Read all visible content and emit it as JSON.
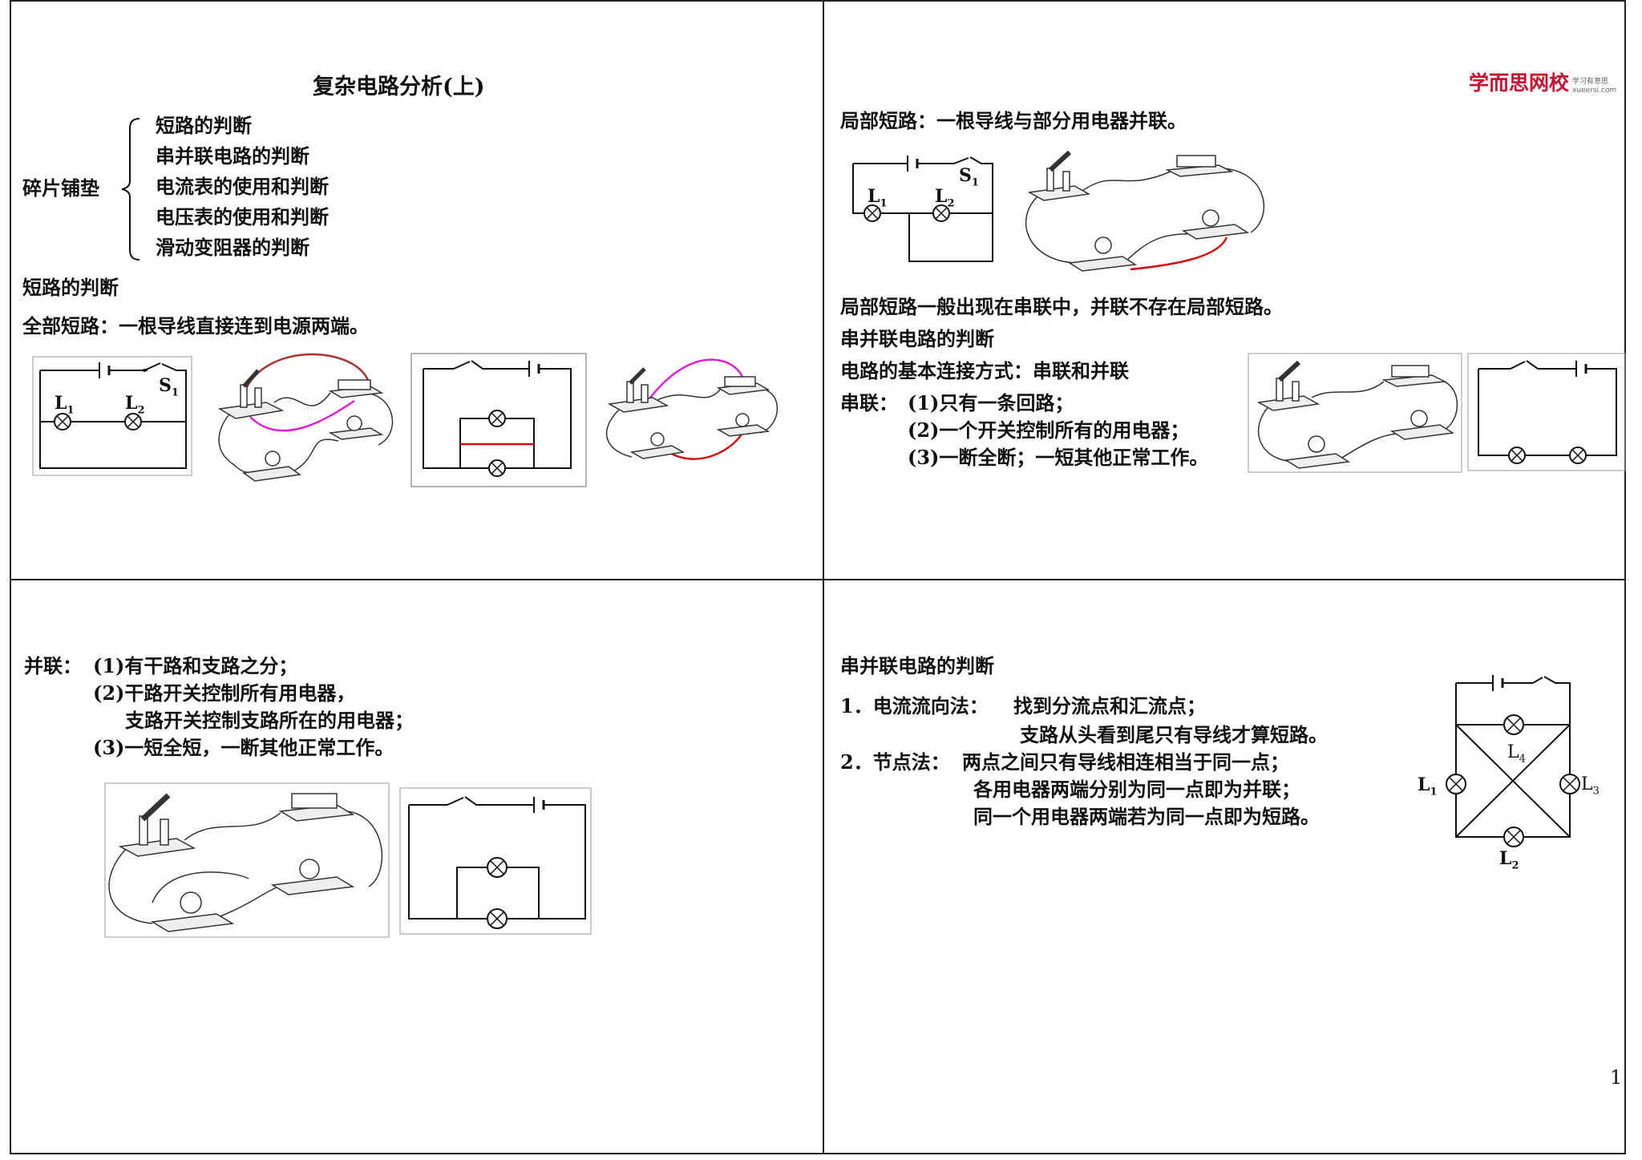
{
  "doc": {
    "title": "复杂电路分析(上)",
    "logo": {
      "main": "学而思网校",
      "sub1": "学习有意思",
      "sub2": "xueersi.com"
    },
    "page_number": "1"
  },
  "q1": {
    "label": "碎片铺垫",
    "items": [
      "短路的判断",
      "串并联电路的判断",
      "电流表的使用和判断",
      "电压表的使用和判断",
      "滑动变阻器的判断"
    ],
    "heading": "短路的判断",
    "full_short": "全部短路：一根导线直接连到电源两端。",
    "labels": {
      "L1": "L",
      "L1sub": "1",
      "L2": "L",
      "L2sub": "2",
      "S1": "S",
      "S1sub": "1"
    }
  },
  "q2": {
    "partial_short": "局部短路：一根导线与部分用电器并联。",
    "note": "局部短路一般出现在串联中，并联不存在局部短路。",
    "heading": "串并联电路的判断",
    "basic": "电路的基本连接方式：串联和并联",
    "series_label": "串联：",
    "series_items": [
      "(1)只有一条回路；",
      "(2)一个开关控制所有的用电器；",
      "(3)一断全断；一短其他正常工作。"
    ]
  },
  "q3": {
    "parallel_label": "并联：",
    "items": [
      "(1)有干路和支路之分；",
      "(2)干路开关控制所有用电器，",
      "支路开关控制支路所在的用电器；",
      "(3)一短全短，一断其他正常工作。"
    ]
  },
  "q4": {
    "heading": "串并联电路的判断",
    "m1_label": "1．电流流向法：",
    "m1_a": "找到分流点和汇流点；",
    "m1_b": "支路从头看到尾只有导线才算短路。",
    "m2_label": "2．节点法：",
    "m2_a": "两点之间只有导线相连相当于同一点；",
    "m2_b": "各用电器两端分别为同一点即为并联；",
    "m2_c": "同一个用电器两端若为同一点即为短路。",
    "labels": {
      "L": "L",
      "s1": "1",
      "s2": "2",
      "s3": "3",
      "s4": "4"
    }
  }
}
